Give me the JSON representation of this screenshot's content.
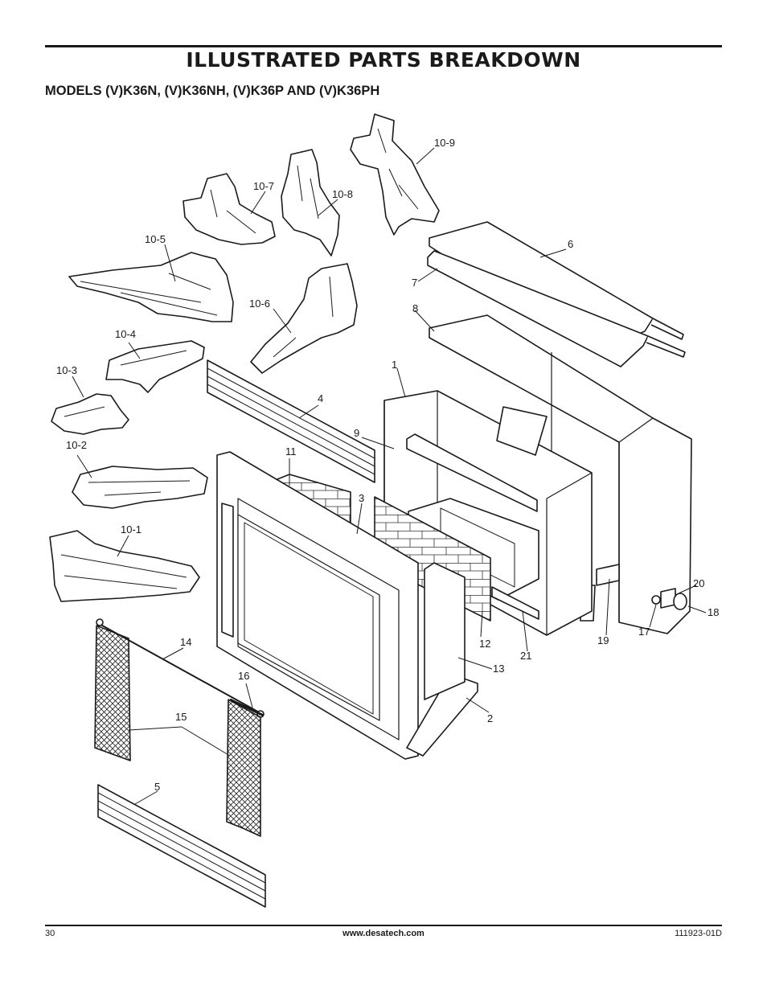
{
  "header": {
    "title": "ILLUSTRATED PARTS BREAKDOWN",
    "subtitle": "MODELS (V)K36N, (V)K36NH, (V)K36P AND (V)K36PH"
  },
  "callouts": [
    {
      "id": "c-10-9",
      "label": "10-9"
    },
    {
      "id": "c-10-8",
      "label": "10-8"
    },
    {
      "id": "c-10-7",
      "label": "10-7"
    },
    {
      "id": "c-10-5",
      "label": "10-5"
    },
    {
      "id": "c-10-6",
      "label": "10-6"
    },
    {
      "id": "c-10-4",
      "label": "10-4"
    },
    {
      "id": "c-10-3",
      "label": "10-3"
    },
    {
      "id": "c-10-2",
      "label": "10-2"
    },
    {
      "id": "c-10-1",
      "label": "10-1"
    },
    {
      "id": "c-6",
      "label": "6"
    },
    {
      "id": "c-7",
      "label": "7"
    },
    {
      "id": "c-8",
      "label": "8"
    },
    {
      "id": "c-1",
      "label": "1"
    },
    {
      "id": "c-4",
      "label": "4"
    },
    {
      "id": "c-9",
      "label": "9"
    },
    {
      "id": "c-11",
      "label": "11"
    },
    {
      "id": "c-3",
      "label": "3"
    },
    {
      "id": "c-14",
      "label": "14"
    },
    {
      "id": "c-16",
      "label": "16"
    },
    {
      "id": "c-15",
      "label": "15"
    },
    {
      "id": "c-5",
      "label": "5"
    },
    {
      "id": "c-12",
      "label": "12"
    },
    {
      "id": "c-13",
      "label": "13"
    },
    {
      "id": "c-2",
      "label": "2"
    },
    {
      "id": "c-21",
      "label": "21"
    },
    {
      "id": "c-19",
      "label": "19"
    },
    {
      "id": "c-17",
      "label": "17"
    },
    {
      "id": "c-20",
      "label": "20"
    },
    {
      "id": "c-18",
      "label": "18"
    }
  ],
  "footer": {
    "page_number": "30",
    "website": "www.desatech.com",
    "doc_number": "111923-01D"
  }
}
